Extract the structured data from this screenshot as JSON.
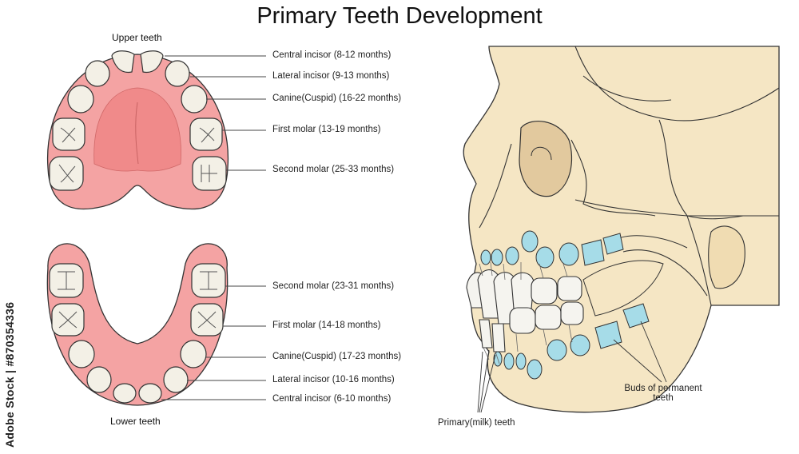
{
  "title": "Primary Teeth Development",
  "upper": {
    "heading": "Upper teeth",
    "labels": [
      "Central incisor (8-12 months)",
      "Lateral incisor (9-13 months)",
      "Canine(Cuspid) (16-22 months)",
      "First molar (13-19 months)",
      "Second molar (25-33 months)"
    ]
  },
  "lower": {
    "heading": "Lower teeth",
    "labels": [
      "Second molar (23-31 months)",
      "First molar (14-18 months)",
      "Canine(Cuspid) (17-23 months)",
      "Lateral incisor (10-16 months)",
      "Central incisor (6-10 months)"
    ]
  },
  "skull": {
    "buds_label": "Buds of permanent teeth",
    "primary_label": "Primary(milk) teeth"
  },
  "watermark": "Adobe Stock | #870354336",
  "colors": {
    "gum": "#f4a3a3",
    "palate": "#f08080",
    "tooth": "#f3f0e6",
    "bone": "#f5e6c4",
    "bud": "#a6dce8",
    "line": "#333333"
  }
}
